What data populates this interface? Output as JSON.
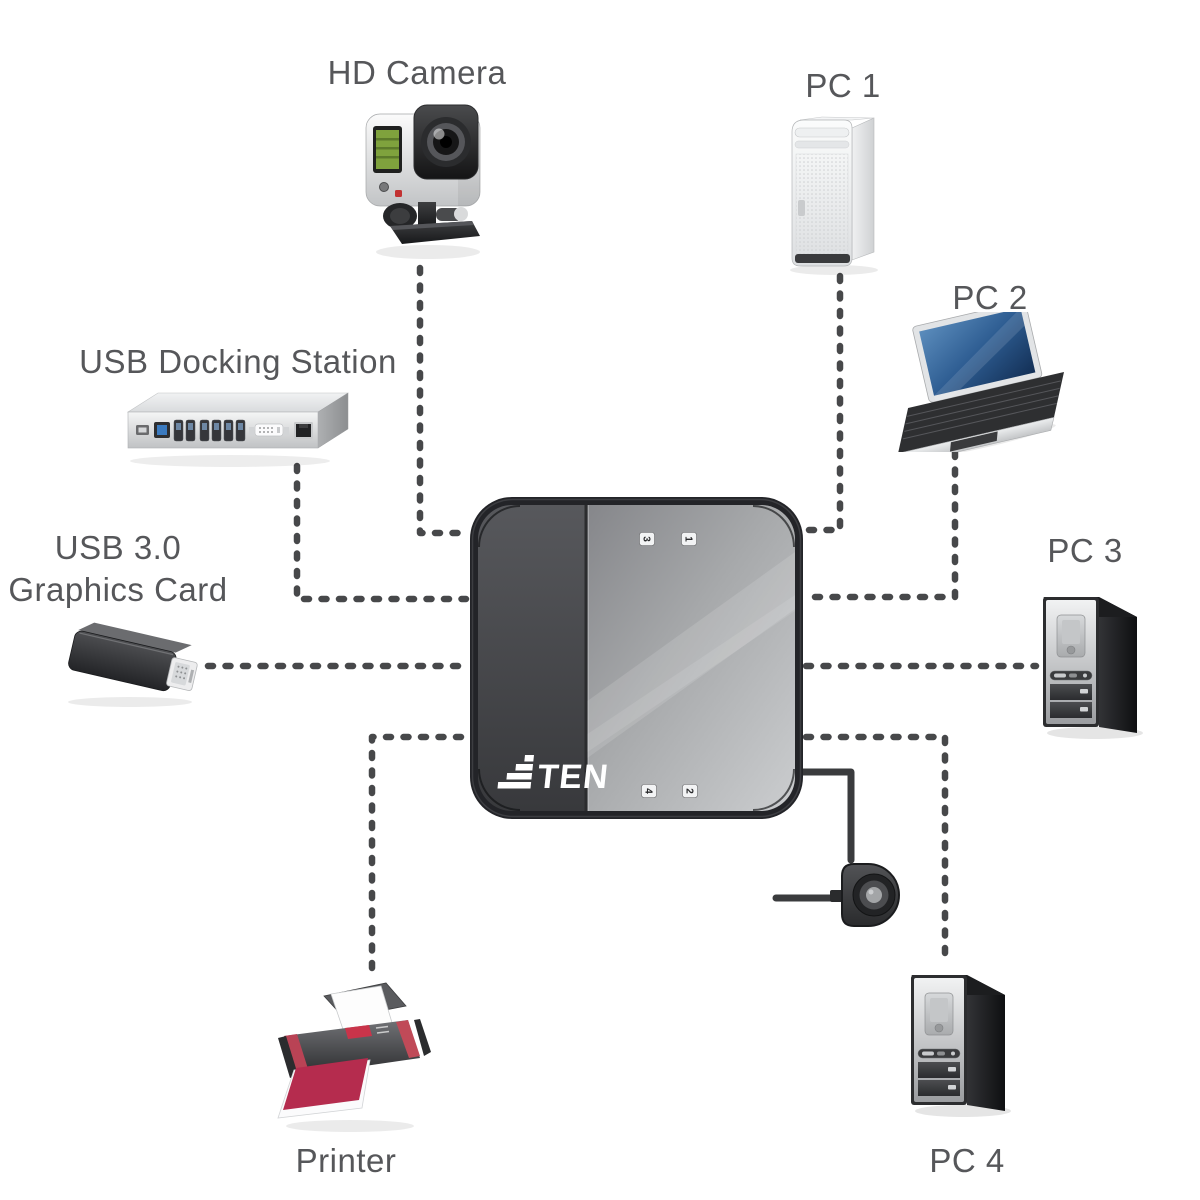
{
  "colors": {
    "background": "#ffffff",
    "dashed_line": "#47484a",
    "solid_line": "#3a3b3d",
    "label_text": "#56575a",
    "switch_left_panel": "#46474a",
    "switch_right_panel": "#b9bbbd",
    "printer_accent_red": "#b52c4e",
    "laptop_screen_blue": "#2e5d92",
    "camera_screen_green": "#7fa23d",
    "usb_port_blue": "#3a7abf"
  },
  "switch": {
    "brand": "ATEN",
    "brand_rest": "TEN",
    "ports": {
      "p3": "3",
      "p1": "1",
      "p4": "4",
      "p2": "2"
    }
  },
  "labels": {
    "hd_camera": "HD Camera",
    "pc1": "PC 1",
    "pc2": "PC 2",
    "pc3": "PC 3",
    "pc4": "PC 4",
    "dock": "USB Docking Station",
    "gfx_line1": "USB 3.0",
    "gfx_line2": "Graphics Card",
    "printer": "Printer"
  }
}
